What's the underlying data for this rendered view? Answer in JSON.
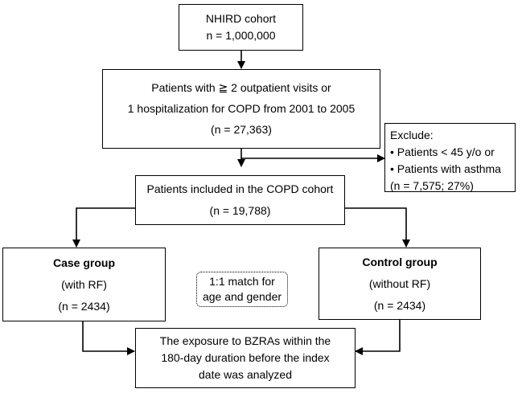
{
  "nodes": {
    "nhird": {
      "line1": "NHIRD cohort",
      "line2": "n = 1,000,000"
    },
    "patients_copd": {
      "line1": "Patients with ≧ 2 outpatient visits or",
      "line2": "1 hospitalization for COPD from 2001 to 2005",
      "line3": "(n = 27,363)"
    },
    "exclude": {
      "title": "Exclude:",
      "item1": "• Patients < 45 y/o or",
      "item2": "• Patients with asthma",
      "count": "(n = 7,575; 27%)"
    },
    "included": {
      "line1": "Patients included in the COPD cohort",
      "line2": "(n = 19,788)"
    },
    "case": {
      "title": "Case group",
      "subtitle": "(with RF)",
      "count": "(n = 2434)"
    },
    "control": {
      "title": "Control group",
      "subtitle": "(without RF)",
      "count": "(n = 2434)"
    },
    "match": {
      "line1": "1:1 match for",
      "line2": "age and gender"
    },
    "exposure": {
      "line1": "The exposure to BZRAs within the",
      "line2": "180-day duration before the index",
      "line3": "date was analyzed"
    }
  }
}
